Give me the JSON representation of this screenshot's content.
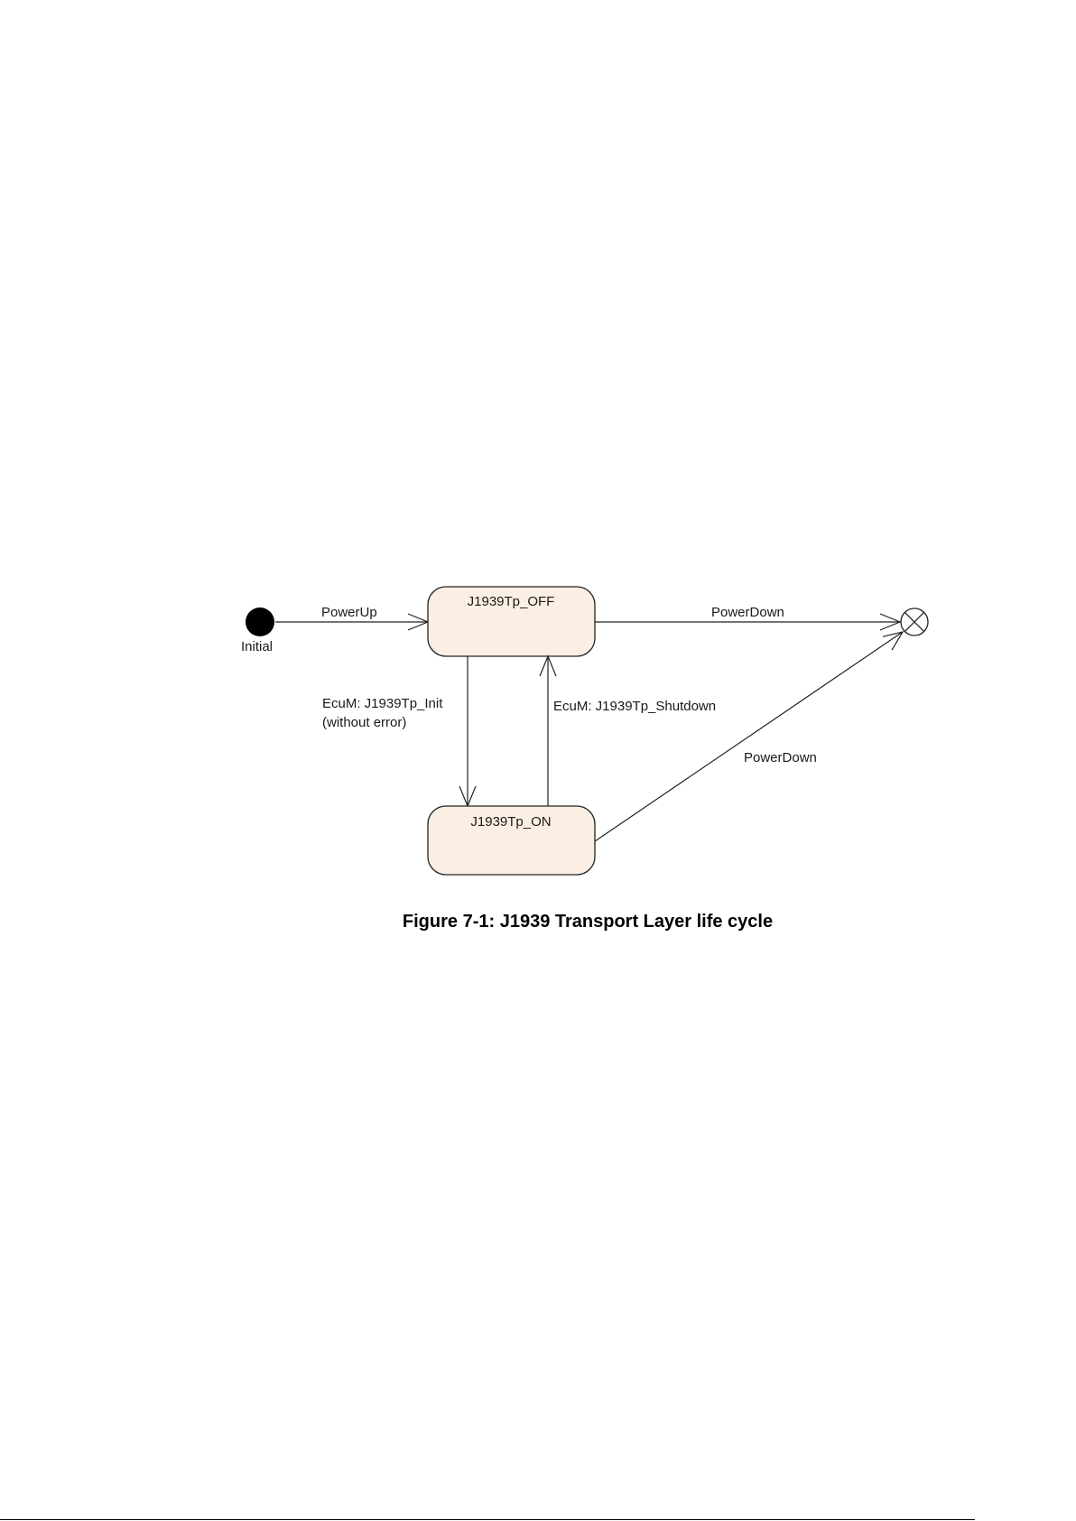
{
  "diagram": {
    "initial_label": "Initial",
    "states": {
      "off": "J1939Tp_OFF",
      "on": "J1939Tp_ON"
    },
    "transitions": {
      "power_up": "PowerUp",
      "power_down_off": "PowerDown",
      "power_down_on": "PowerDown",
      "init_line1": "EcuM: J1939Tp_Init",
      "init_line2": "(without error)",
      "shutdown": "EcuM: J1939Tp_Shutdown"
    },
    "colors": {
      "state_fill": "#fbefe3",
      "stroke": "#222222"
    }
  },
  "caption": "Figure 7-1: J1939 Transport Layer life cycle"
}
